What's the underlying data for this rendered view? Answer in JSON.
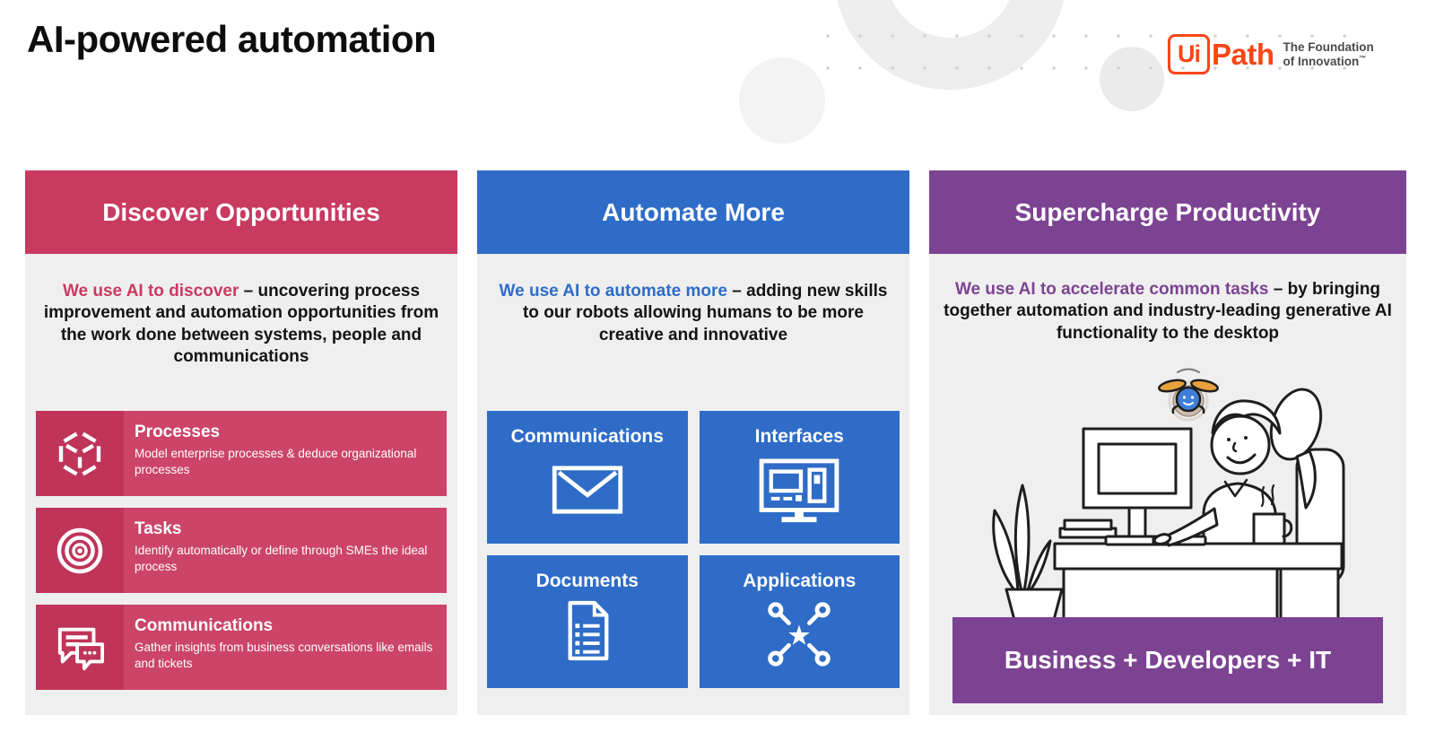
{
  "page": {
    "title": "AI-powered automation"
  },
  "logo": {
    "ui": "Ui",
    "path": "Path",
    "tagline_line1": "The Foundation",
    "tagline_line2": "of Innovation",
    "trademark": "™"
  },
  "colors": {
    "discover_accent": "#C93A60",
    "discover_card": "#CC4468",
    "discover_card_stripe": "#BF3458",
    "automate_accent": "#2E6CC8",
    "supercharge_accent": "#7C4392",
    "column_body_bg": "#EFEFEF",
    "logo_orange": "#FA4616"
  },
  "columns": [
    {
      "header": "Discover Opportunities",
      "lead": "We use AI to discover",
      "body": " – uncovering process improvement and automation opportunities from the work done between systems, people and communications",
      "items": [
        {
          "icon": "cube-icon",
          "title": "Processes",
          "desc": "Model enterprise processes & deduce organizational processes"
        },
        {
          "icon": "target-icon",
          "title": "Tasks",
          "desc": "Identify automatically or define through SMEs the ideal process"
        },
        {
          "icon": "chat-bubbles-icon",
          "title": "Communications",
          "desc": "Gather insights from business conversations like emails and tickets"
        }
      ]
    },
    {
      "header": "Automate More",
      "lead": "We use AI to automate more",
      "body": " – adding new skills to our robots allowing humans to be more creative and innovative",
      "tiles": [
        {
          "icon": "envelope-icon",
          "label": "Communications"
        },
        {
          "icon": "monitor-ui-icon",
          "label": "Interfaces"
        },
        {
          "icon": "document-icon",
          "label": "Documents"
        },
        {
          "icon": "connected-apps-icon",
          "label": "Applications"
        }
      ]
    },
    {
      "header": "Supercharge Productivity",
      "lead": "We use AI to accelerate common tasks",
      "body": " – by bringing together automation and industry-leading generative AI functionality to the desktop",
      "illustration": "person-at-desk-with-robot",
      "footer": "Business + Developers + IT"
    }
  ]
}
